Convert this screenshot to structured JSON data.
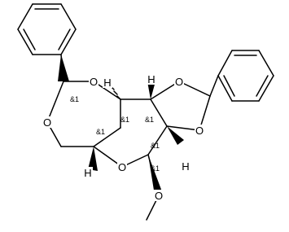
{
  "atoms": {
    "O": "O",
    "H": "H"
  },
  "stereo_label": "&1"
}
